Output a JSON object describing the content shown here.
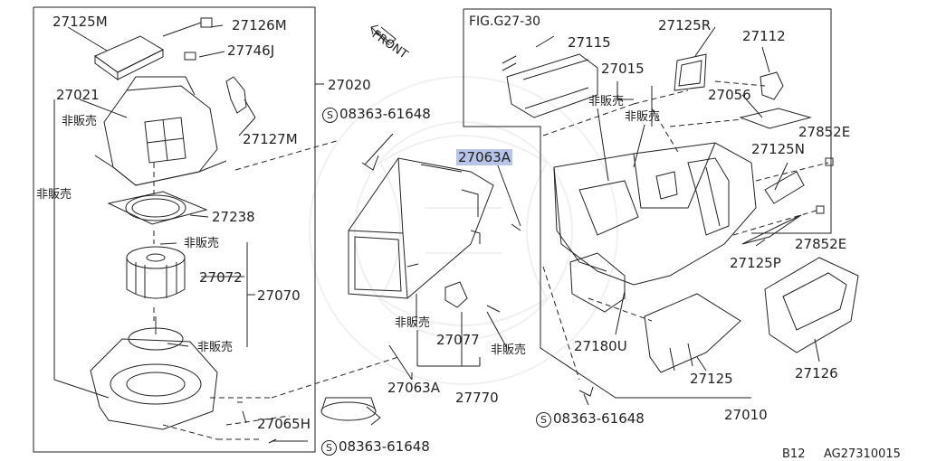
{
  "diagram": {
    "fig_ref": "FIG.G27-30",
    "direction": "FRONT",
    "footer_model": "B12",
    "footer_code": "AG27310015",
    "not_sold": "非販売",
    "parts": {
      "p27125M": "27125M",
      "p27126M": "27126M",
      "p27746J": "27746J",
      "p27021": "27021",
      "p27020": "27020",
      "p27127M": "27127M",
      "p27238": "27238",
      "p27072": "27072",
      "p27070": "27070",
      "p27065H": "27065H",
      "p27063A_top": "27063A",
      "p27063A_bot": "27063A",
      "p27077": "27077",
      "p27770": "27770",
      "p27115": "27115",
      "p27125R": "27125R",
      "p27112": "27112",
      "p27015": "27015",
      "p27056": "27056",
      "p27852E_top": "27852E",
      "p27125N": "27125N",
      "p27852E_bot": "27852E",
      "p27125P": "27125P",
      "p27180U": "27180U",
      "p27125": "27125",
      "p27126": "27126",
      "p27010": "27010",
      "screw_top": "08363-61648",
      "screw_mid": "08363-61648",
      "screw_bot": "08363-61648"
    }
  }
}
